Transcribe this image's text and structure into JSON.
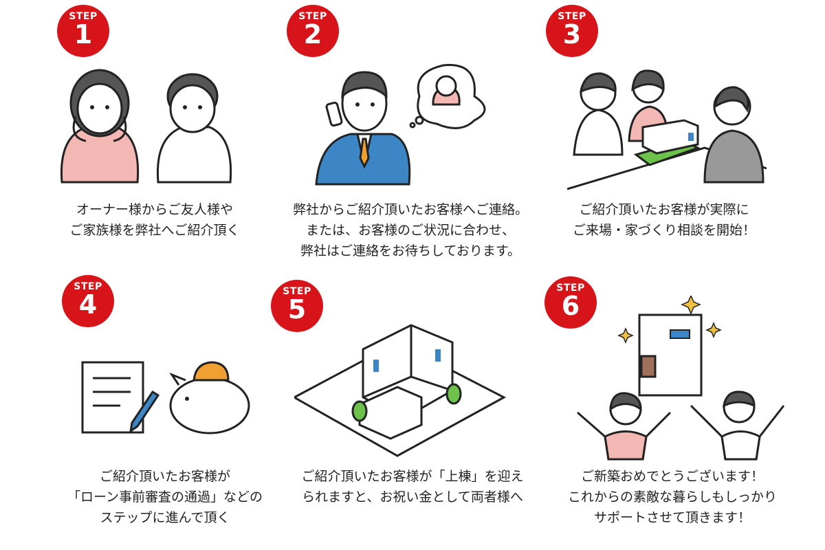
{
  "steps": [
    {
      "badge_label": "STEP",
      "number": "1",
      "lines": [
        "オーナー様からご友人様や",
        "ご家族様を弊社へご紹介頂く"
      ]
    },
    {
      "badge_label": "STEP",
      "number": "2",
      "lines": [
        "弊社からご紹介頂いたお客様へご連絡。",
        "または、お客様のご状況に合わせ、",
        "弊社はご連絡をお待ちしております。"
      ]
    },
    {
      "badge_label": "STEP",
      "number": "3",
      "lines": [
        "ご紹介頂いたお客様が実際に",
        "ご来場・家づくり相談を開始！"
      ]
    },
    {
      "badge_label": "STEP",
      "number": "4",
      "lines": [
        "ご紹介頂いたお客様が",
        "「ローン事前審査の通過」などの",
        "ステップに進んで頂く"
      ]
    },
    {
      "badge_label": "STEP",
      "number": "5",
      "lines": [
        "ご紹介頂いたお客様が「上棟」を迎え",
        "られますと、お祝い金として両者様へ"
      ]
    },
    {
      "badge_label": "STEP",
      "number": "6",
      "lines": [
        "ご新築おめでとうございます！",
        "これからの素敵な暮らしもしっかり",
        "サポートさせて頂きます！"
      ]
    }
  ],
  "colors": {
    "badge": "#d7141a",
    "pink": "#f4b8b4",
    "blue": "#3d86c6",
    "green": "#6cc24a",
    "orange": "#f0a030"
  }
}
